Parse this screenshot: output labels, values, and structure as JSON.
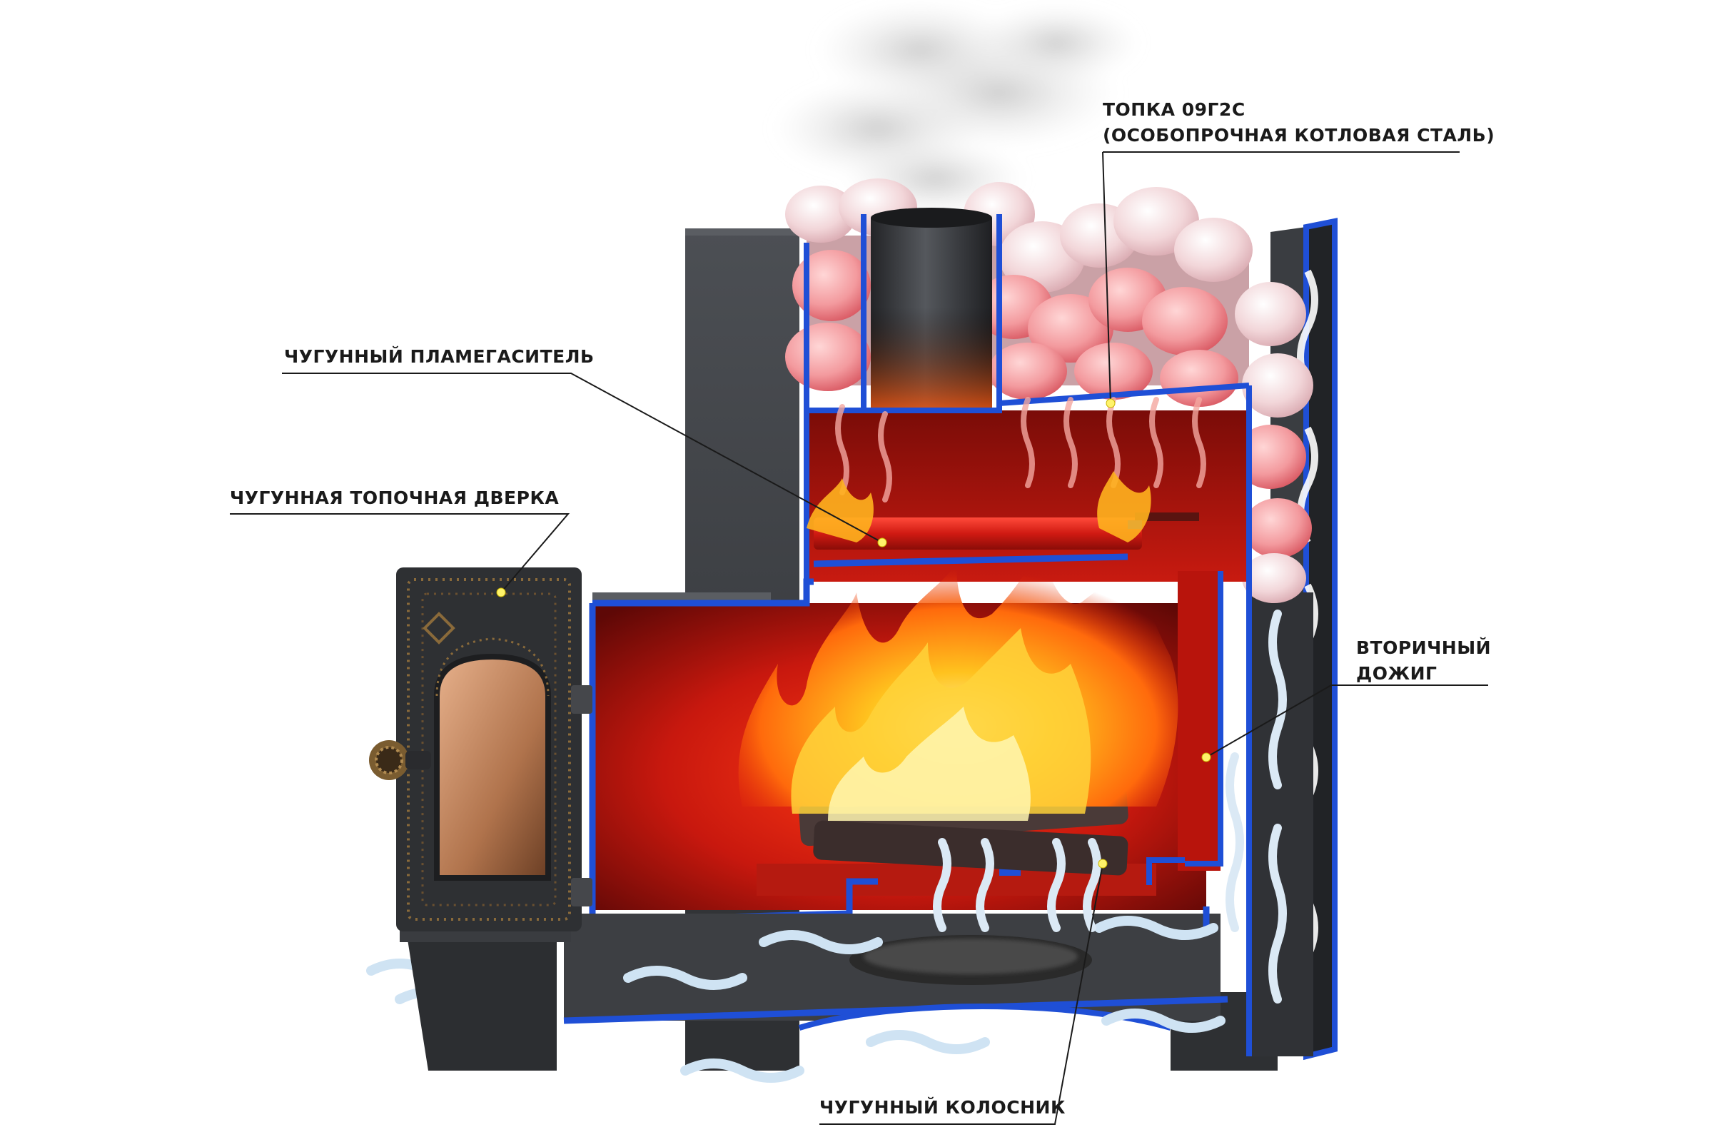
{
  "colors": {
    "steel": "#3a3c40",
    "steel_light": "#55585c",
    "edge_blue": "#1f4fd6",
    "heat_red": "#d21e12",
    "stone": "#eecfd2",
    "flame": "#ff8a12",
    "flame_core": "#ffd23a",
    "air": "#cfe3f3",
    "leader": "#1a1a1a",
    "dot": "#fff36a"
  },
  "labels": {
    "firebox_steel": {
      "line1": "ТОПКА 09Г2С",
      "line2": "(ОСОБОПРОЧНАЯ КОТЛОВАЯ СТАЛЬ)"
    },
    "flame_damper": "ЧУГУННЫЙ ПЛАМЕГАСИТЕЛЬ",
    "fire_door": "ЧУГУННАЯ ТОПОЧНАЯ ДВЕРКА",
    "afterburn": {
      "line1": "ВТОРИЧНЫЙ",
      "line2": "ДОЖИГ"
    },
    "grate": "ЧУГУННЫЙ КОЛОСНИК"
  },
  "icons": {
    "door_emblem": "diamond-emblem-icon",
    "door_handle": "rosette-handle-icon"
  }
}
